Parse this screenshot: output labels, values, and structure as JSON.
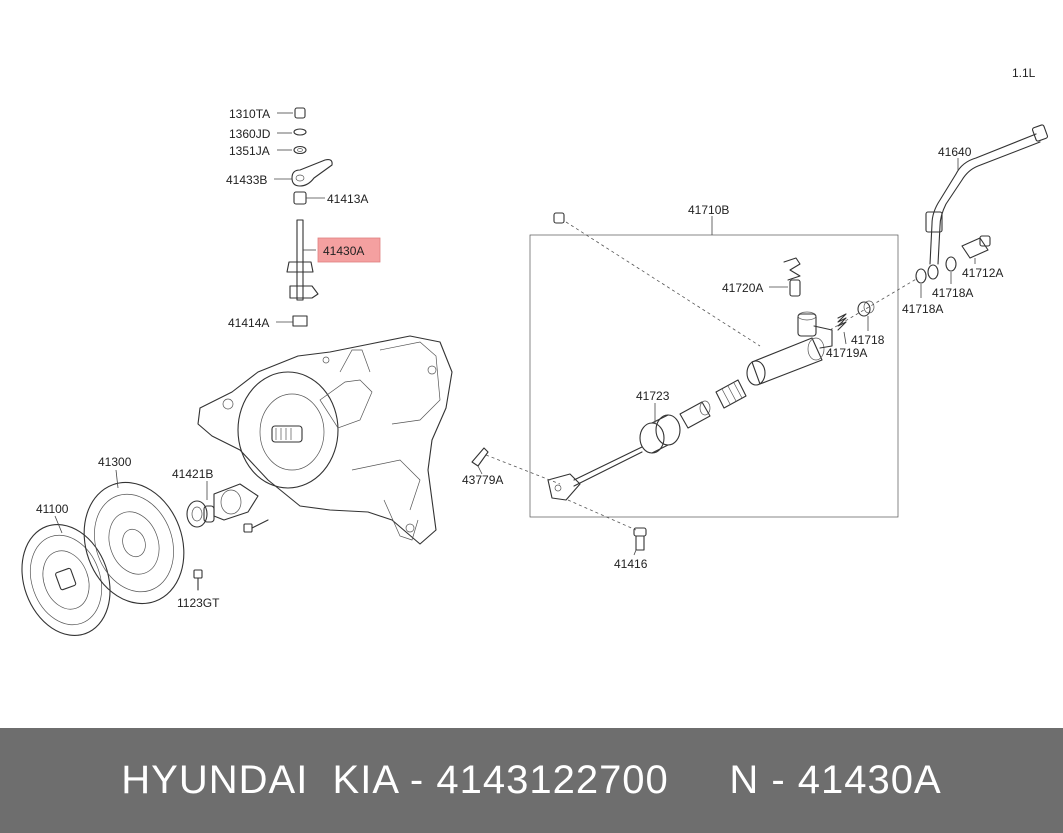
{
  "diagram": {
    "version": "1.1L",
    "highlight_color": "#f4a0a0",
    "highlighted_part": "41430A",
    "part_labels": {
      "p1310TA": "1310TA",
      "p1360JD": "1360JD",
      "p1351JA": "1351JA",
      "p41433B": "41433B",
      "p41413A": "41413A",
      "p41430A": "41430A",
      "p41414A": "41414A",
      "p41300": "41300",
      "p41100": "41100",
      "p41421B": "41421B",
      "p1123GT": "1123GT",
      "p41710B": "41710B",
      "p41720A": "41720A",
      "p41723": "41723",
      "p43779A": "43779A",
      "p41416": "41416",
      "p41640": "41640",
      "p41712A": "41712A",
      "p41718A_1": "41718A",
      "p41718A_2": "41718A",
      "p41718": "41718",
      "p41719A": "41719A"
    }
  },
  "footer": {
    "brand_line": "HYUNDAI  KIA - 4143122700     N - 41430A"
  }
}
